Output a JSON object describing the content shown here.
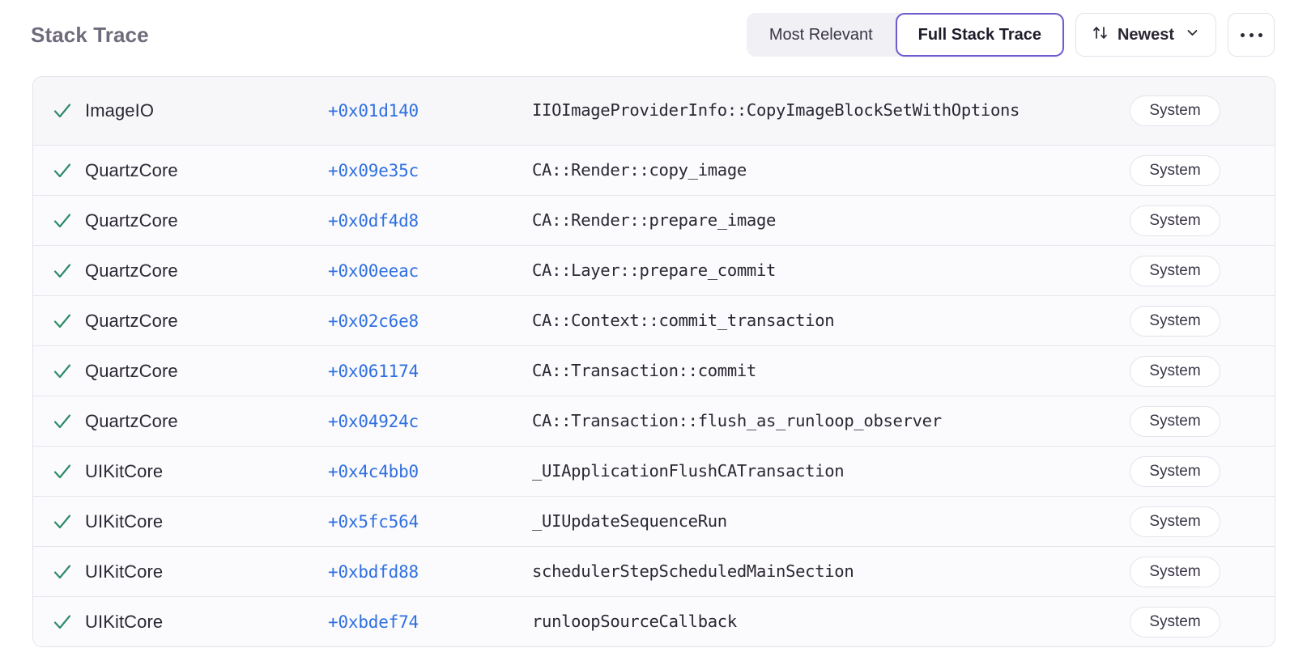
{
  "header": {
    "title": "Stack Trace",
    "segmented": {
      "options": [
        {
          "label": "Most Relevant",
          "selected": false
        },
        {
          "label": "Full Stack Trace",
          "selected": true
        }
      ]
    },
    "sort": {
      "label": "Newest",
      "icon": "sort-updown-icon",
      "chevron": "chevron-down-icon"
    },
    "more": {
      "icon": "ellipsis-icon",
      "label": "…"
    }
  },
  "colors": {
    "accent_purple": "#6d5bd0",
    "link_blue": "#2f6fe0",
    "check_green": "#2d8a66",
    "title_gray": "#6f6b7d",
    "row_bg": "#fbfbfd",
    "row_bg_first": "#f7f7fa",
    "border": "#e4e2ea"
  },
  "table": {
    "rows": [
      {
        "checked": true,
        "module": "ImageIO",
        "offset": "+0x01d140",
        "symbol": "IIOImageProviderInfo::CopyImageBlockSetWithOptions",
        "badge": "System"
      },
      {
        "checked": true,
        "module": "QuartzCore",
        "offset": "+0x09e35c",
        "symbol": "CA::Render::copy_image",
        "badge": "System"
      },
      {
        "checked": true,
        "module": "QuartzCore",
        "offset": "+0x0df4d8",
        "symbol": "CA::Render::prepare_image",
        "badge": "System"
      },
      {
        "checked": true,
        "module": "QuartzCore",
        "offset": "+0x00eeac",
        "symbol": "CA::Layer::prepare_commit",
        "badge": "System"
      },
      {
        "checked": true,
        "module": "QuartzCore",
        "offset": "+0x02c6e8",
        "symbol": "CA::Context::commit_transaction",
        "badge": "System"
      },
      {
        "checked": true,
        "module": "QuartzCore",
        "offset": "+0x061174",
        "symbol": "CA::Transaction::commit",
        "badge": "System"
      },
      {
        "checked": true,
        "module": "QuartzCore",
        "offset": "+0x04924c",
        "symbol": "CA::Transaction::flush_as_runloop_observer",
        "badge": "System"
      },
      {
        "checked": true,
        "module": "UIKitCore",
        "offset": "+0x4c4bb0",
        "symbol": "_UIApplicationFlushCATransaction",
        "badge": "System"
      },
      {
        "checked": true,
        "module": "UIKitCore",
        "offset": "+0x5fc564",
        "symbol": "_UIUpdateSequenceRun",
        "badge": "System"
      },
      {
        "checked": true,
        "module": "UIKitCore",
        "offset": "+0xbdfd88",
        "symbol": "schedulerStepScheduledMainSection",
        "badge": "System"
      },
      {
        "checked": true,
        "module": "UIKitCore",
        "offset": "+0xbdef74",
        "symbol": "runloopSourceCallback",
        "badge": "System"
      }
    ]
  }
}
